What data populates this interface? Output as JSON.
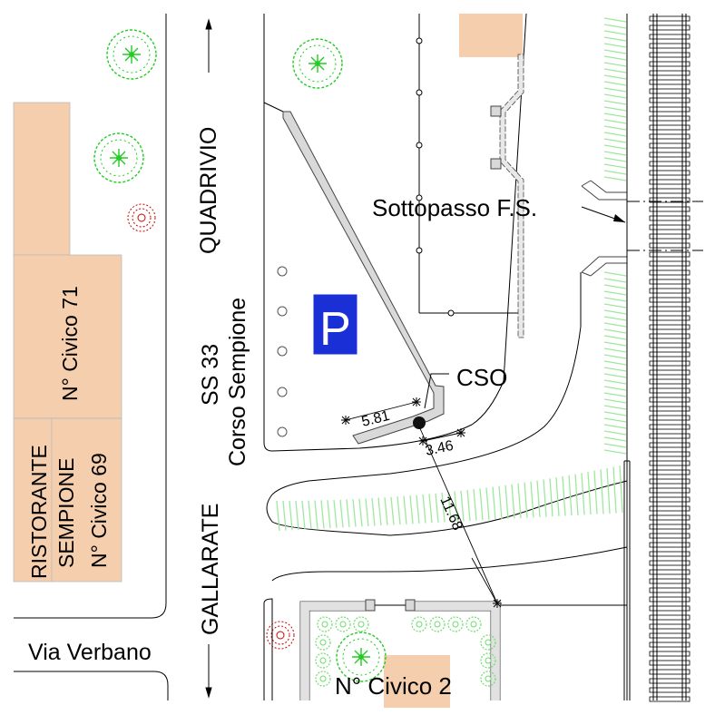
{
  "labels": {
    "quadrivio": "QUADRIVIO",
    "ss33": "SS 33",
    "corso_sempione": "Corso Sempione",
    "gallarate": "GALLARATE",
    "via_verbano": "Via Verbano",
    "civico_71": "N° Civico 71",
    "ristorante": "RISTORANTE",
    "sempione": "SEMPIONE",
    "civico_69": "N° Civico 69",
    "civico_2": "N° Civico 2",
    "sottopasso": "Sottopasso F.S.",
    "cso": "CSO",
    "parking": "P"
  },
  "dimensions": {
    "d1": "5.81",
    "d2": "3.46",
    "d3": "11.68"
  },
  "colors": {
    "building": "#f5ceae",
    "tree": "#22cc22",
    "grass": "#9ee89e",
    "parking_bg": "#1a2fd6",
    "hydrant": "#cc0000",
    "wall": "#d9d9d9"
  },
  "icons": [
    "tree-icon",
    "hydrant-icon",
    "parking-icon",
    "manhole-icon",
    "railway-track"
  ]
}
